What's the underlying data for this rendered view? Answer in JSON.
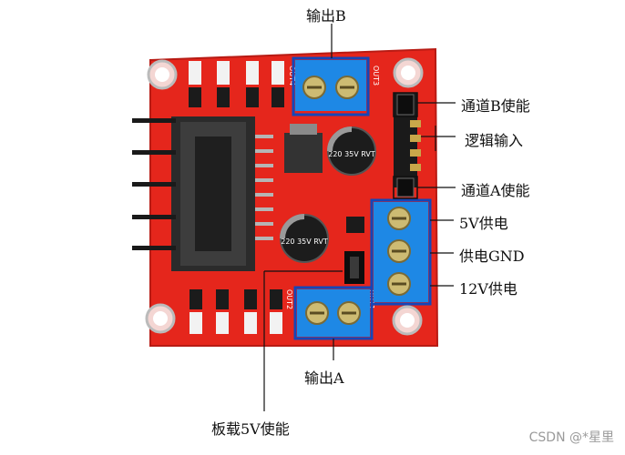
{
  "labels": {
    "output_b": "输出B",
    "channel_b_enable": "通道B使能",
    "logic_input": "逻辑输入",
    "channel_a_enable": "通道A使能",
    "power_5v": "5V供电",
    "power_gnd": "供电GND",
    "power_12v": "12V供电",
    "output_a": "输出A",
    "onboard_5v_enable": "板载5V使能"
  },
  "silkscreen": {
    "out4": "OUT4",
    "out3": "OUT3",
    "out2": "OUT2",
    "out1": "OUT1",
    "cap": "220 35V RVT"
  },
  "watermark": "CSDN @*星里",
  "colors": {
    "board": "#e5261c",
    "board_edge": "#b81b14",
    "terminal": "#1e88e5",
    "callout_box": "#1446b8",
    "heatsink": "#2b2b2b"
  }
}
